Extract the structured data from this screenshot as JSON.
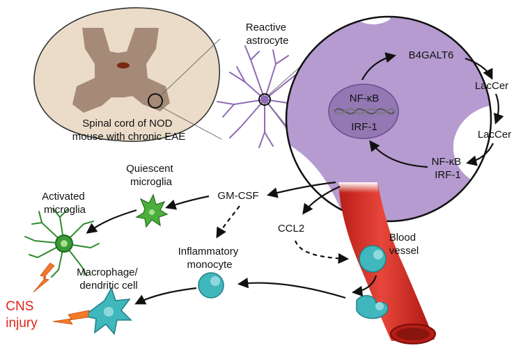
{
  "labels": {
    "spinal_cord_line1": "Spinal cord of NOD",
    "spinal_cord_line2": "mouse with chronic EAE",
    "reactive_line1": "Reactive",
    "reactive_line2": "astrocyte",
    "b4galt6": "B4GALT6",
    "lacCer_top": "LacCer",
    "lacCer_mid": "LacCer",
    "nfkb_nucleus": "NF-κB",
    "irf1_nucleus": "IRF-1",
    "nfkb_bottom": "NF-κB",
    "irf1_bottom": "IRF-1",
    "gmcsf": "GM-CSF",
    "ccl2": "CCL2",
    "quiescent_line1": "Quiescent",
    "quiescent_line2": "microglia",
    "activated_line1": "Activated",
    "activated_line2": "microglia",
    "inflammatory_line1": "Inflammatory",
    "inflammatory_line2": "monocyte",
    "macrophage_line1": "Macrophage/",
    "macrophage_line2": "dendritic cell",
    "blood_line1": "Blood",
    "blood_line2": "vessel",
    "cns_line1": "CNS",
    "cns_line2": "injury"
  },
  "colors": {
    "astrocyte_purple": "#b59bd0",
    "nucleus_purple": "#9378b4",
    "vessel_red": "#d9342b",
    "monocyte_teal": "#3fb7bd",
    "microglia_green": "#3a9a3a",
    "cns_red": "#e2231a",
    "lightning_orange": "#f07a2a",
    "cord_beige": "#eadcc8",
    "cord_grey": "#a58a78"
  }
}
